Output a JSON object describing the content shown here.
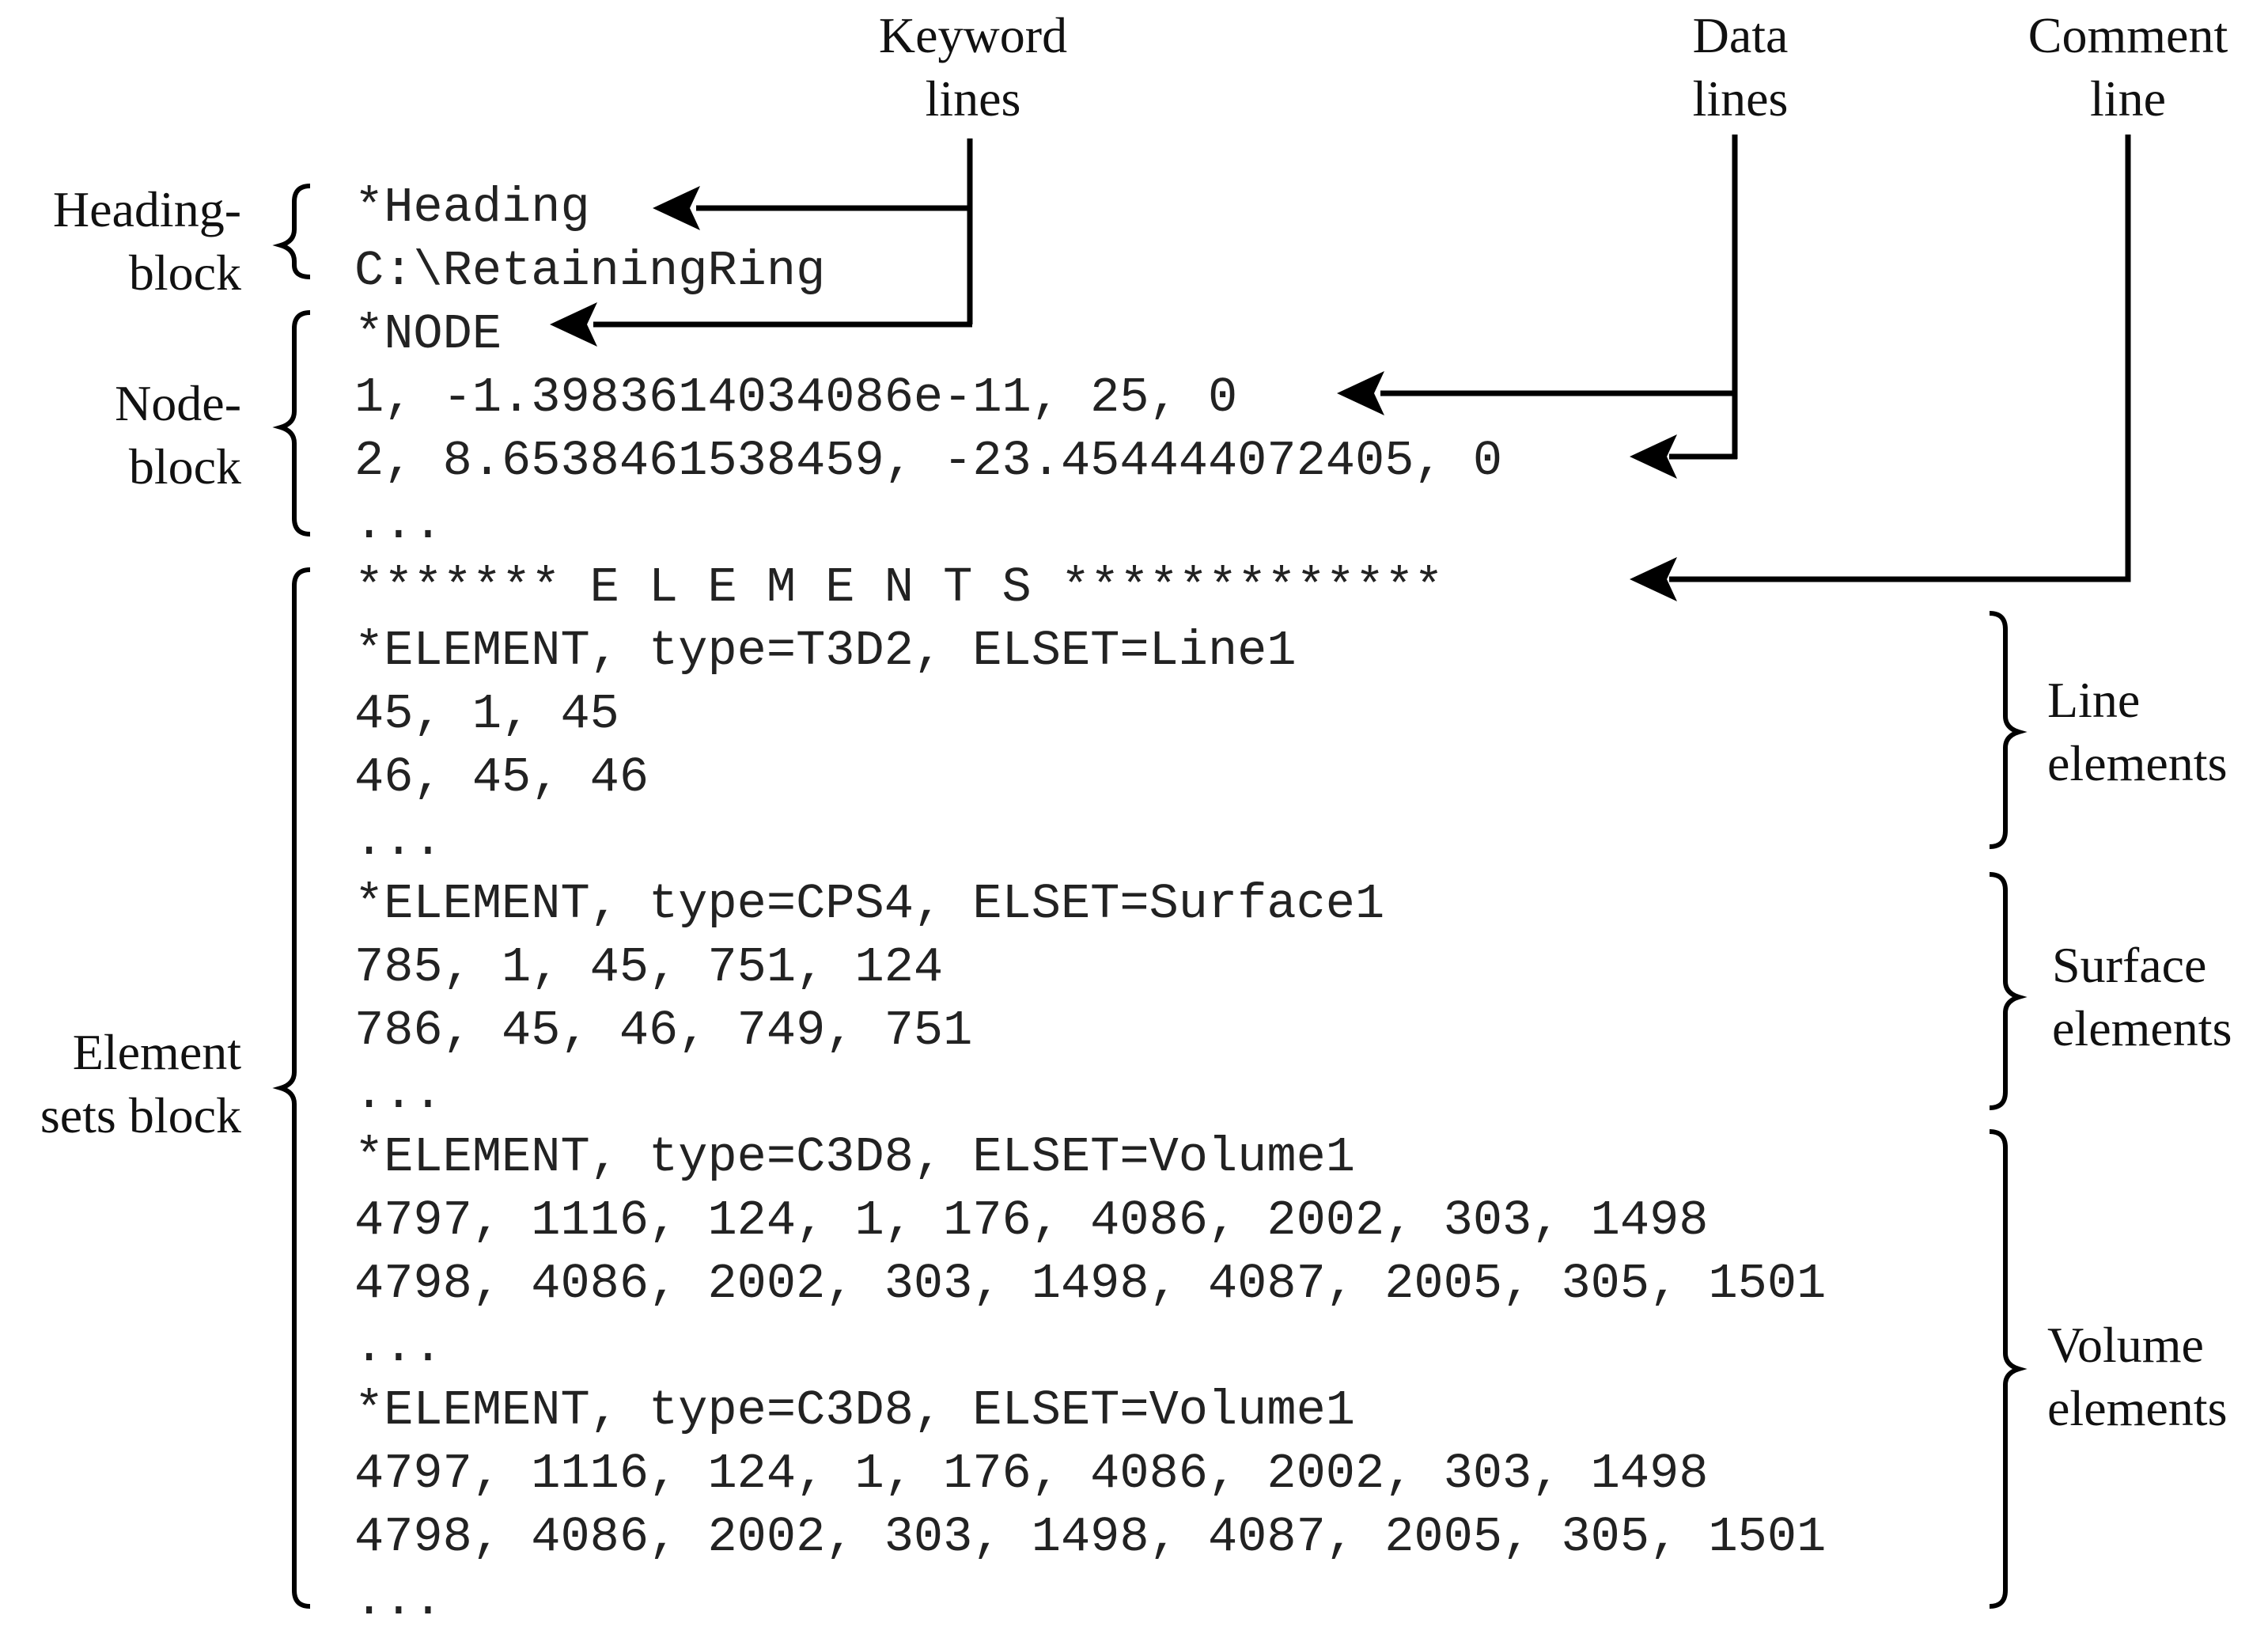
{
  "labels": {
    "keyword_lines": [
      "Keyword",
      "lines"
    ],
    "data_lines": [
      "Data",
      "lines"
    ],
    "comment_line": [
      "Comment",
      "line"
    ],
    "heading_block": [
      "Heading-",
      "block"
    ],
    "node_block": [
      "Node-",
      "block"
    ],
    "element_sets_block": [
      "Element",
      "sets block"
    ],
    "line_elements": [
      "Line",
      "elements"
    ],
    "surface_elements": [
      "Surface",
      "elements"
    ],
    "volume_elements": [
      "Volume",
      "elements"
    ]
  },
  "code_lines": [
    "*Heading",
    "C:\\RetainingRing",
    "*NODE",
    "1, -1.3983614034086e-11, 25, 0",
    "2, 8.6538461538459, -23.454444072405, 0",
    "...",
    "******* E L E M E N T S *************",
    "*ELEMENT, type=T3D2, ELSET=Line1",
    "45, 1, 45",
    "46, 45, 46",
    "...",
    "*ELEMENT, type=CPS4, ELSET=Surface1",
    "785, 1, 45, 751, 124",
    "786, 45, 46, 749, 751",
    "...",
    "*ELEMENT, type=C3D8, ELSET=Volume1",
    "4797, 1116, 124, 1, 176, 4086, 2002, 303, 1498",
    "4798, 4086, 2002, 303, 1498, 4087, 2005, 305, 1501",
    "...",
    "*ELEMENT, type=C3D8, ELSET=Volume1",
    "4797, 1116, 124, 1, 176, 4086, 2002, 303, 1498",
    "4798, 4086, 2002, 303, 1498, 4087, 2005, 305, 1501",
    "..."
  ]
}
